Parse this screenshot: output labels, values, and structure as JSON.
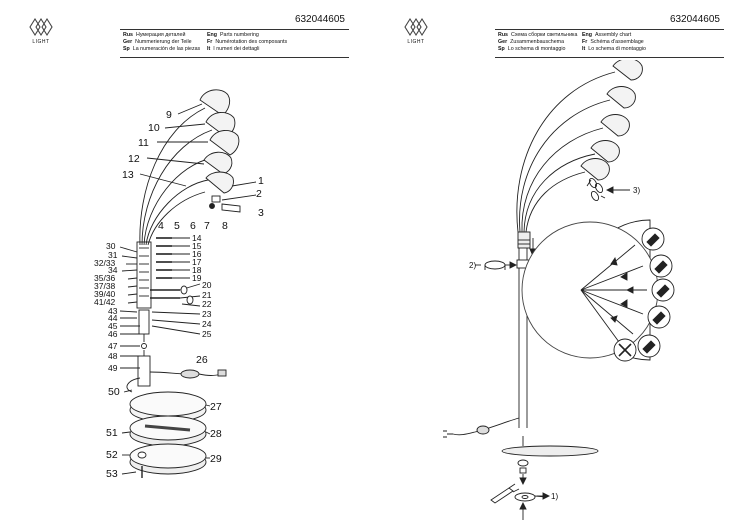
{
  "brand": {
    "logo_text": "LIGHT"
  },
  "pages": [
    {
      "code": "632044605",
      "headers_left": [
        {
          "lang": "Rus",
          "text": "Нумерация деталей"
        },
        {
          "lang": "Ger",
          "text": "Nummerierung der Teile"
        },
        {
          "lang": "Sp",
          "text": "La numeración de las piezas"
        }
      ],
      "headers_right": [
        {
          "lang": "Eng",
          "text": "Parts numbering"
        },
        {
          "lang": "Fr",
          "text": "Numérotation des composants"
        },
        {
          "lang": "It",
          "text": "I numeri dei dettagli"
        }
      ]
    },
    {
      "code": "632044605",
      "headers_left": [
        {
          "lang": "Rus",
          "text": "Схема сборки светильника"
        },
        {
          "lang": "Ger",
          "text": "Zusammenbauschema"
        },
        {
          "lang": "Sp",
          "text": "Lo schema di montaggio"
        }
      ],
      "headers_right": [
        {
          "lang": "Eng",
          "text": "Assembly chart"
        },
        {
          "lang": "Fr",
          "text": "Schéma d'assemblage"
        },
        {
          "lang": "It",
          "text": "Lo schema di montaggio"
        }
      ]
    }
  ],
  "callouts": {
    "n1": "1",
    "n2": "2",
    "n3": "3",
    "n4": "4",
    "n5": "5",
    "n6": "6",
    "n7": "7",
    "n8": "8",
    "n9": "9",
    "n10": "10",
    "n11": "11",
    "n12": "12",
    "n13": "13",
    "n14": "14",
    "n15": "15",
    "n16": "16",
    "n17": "17",
    "n18": "18",
    "n19": "19",
    "n20": "20",
    "n21": "21",
    "n22": "22",
    "n23": "23",
    "n24": "24",
    "n25": "25",
    "n26": "26",
    "n27": "27",
    "n28": "28",
    "n29": "29",
    "n30": "30",
    "n31": "31",
    "n32_33": "32/33",
    "n34": "34",
    "n35_36": "35/36",
    "n37_38": "37/38",
    "n39_40": "39/40",
    "n41_42": "41/42",
    "n43": "43",
    "n44": "44",
    "n45": "45",
    "n46": "46",
    "n47": "47",
    "n48": "48",
    "n49": "49",
    "n50": "50",
    "n51": "51",
    "n52": "52",
    "n53": "53"
  },
  "assembly_steps": {
    "step1": "1)",
    "step2": "2)",
    "step3": "3)"
  }
}
